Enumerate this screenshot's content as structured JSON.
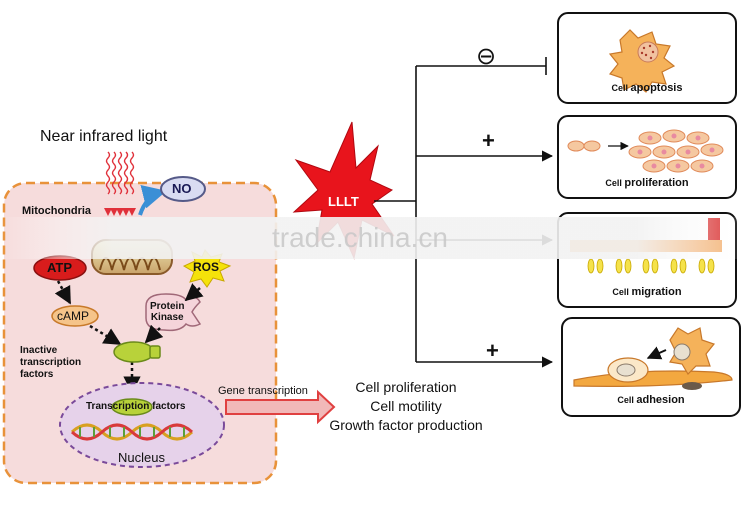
{
  "light_label": "Near infrared light",
  "mitochondria_label": "Mitochondria",
  "no_label": "NO",
  "atp_label": "ATP",
  "ros_label": "ROS",
  "camp_label": "cAMP",
  "protein_kinase_label": "Protein\nKinase",
  "inactive_tf_label": "Inactive\ntranscription\nfactors",
  "tf_label": "Transcription factors",
  "nucleus_label": "Nucleus",
  "gene_transcription_label": "Gene transcription",
  "outcomes": [
    "Cell proliferation",
    "Cell motility",
    "Growth factor production"
  ],
  "lllt_label": "LLLT",
  "minus_symbol": "⊖",
  "plus_symbol": "+",
  "panels": [
    {
      "prefix": "Cell ",
      "bold": "apoptosis"
    },
    {
      "prefix": "Cell ",
      "bold": "proliferation"
    },
    {
      "prefix": "Cell ",
      "bold": "migration"
    },
    {
      "prefix": "Cell ",
      "bold": "adhesion"
    }
  ],
  "watermark": "trade.china.cn",
  "colors": {
    "cell_fill": "#f6dcdc",
    "cell_border": "#e8923a",
    "starburst": "#e8141c",
    "atp": "#d81c1c",
    "ros": "#f5e20a",
    "no_fill": "#d9dcf2",
    "panel_border": "#111111",
    "gene_arrow": "#e04040"
  }
}
